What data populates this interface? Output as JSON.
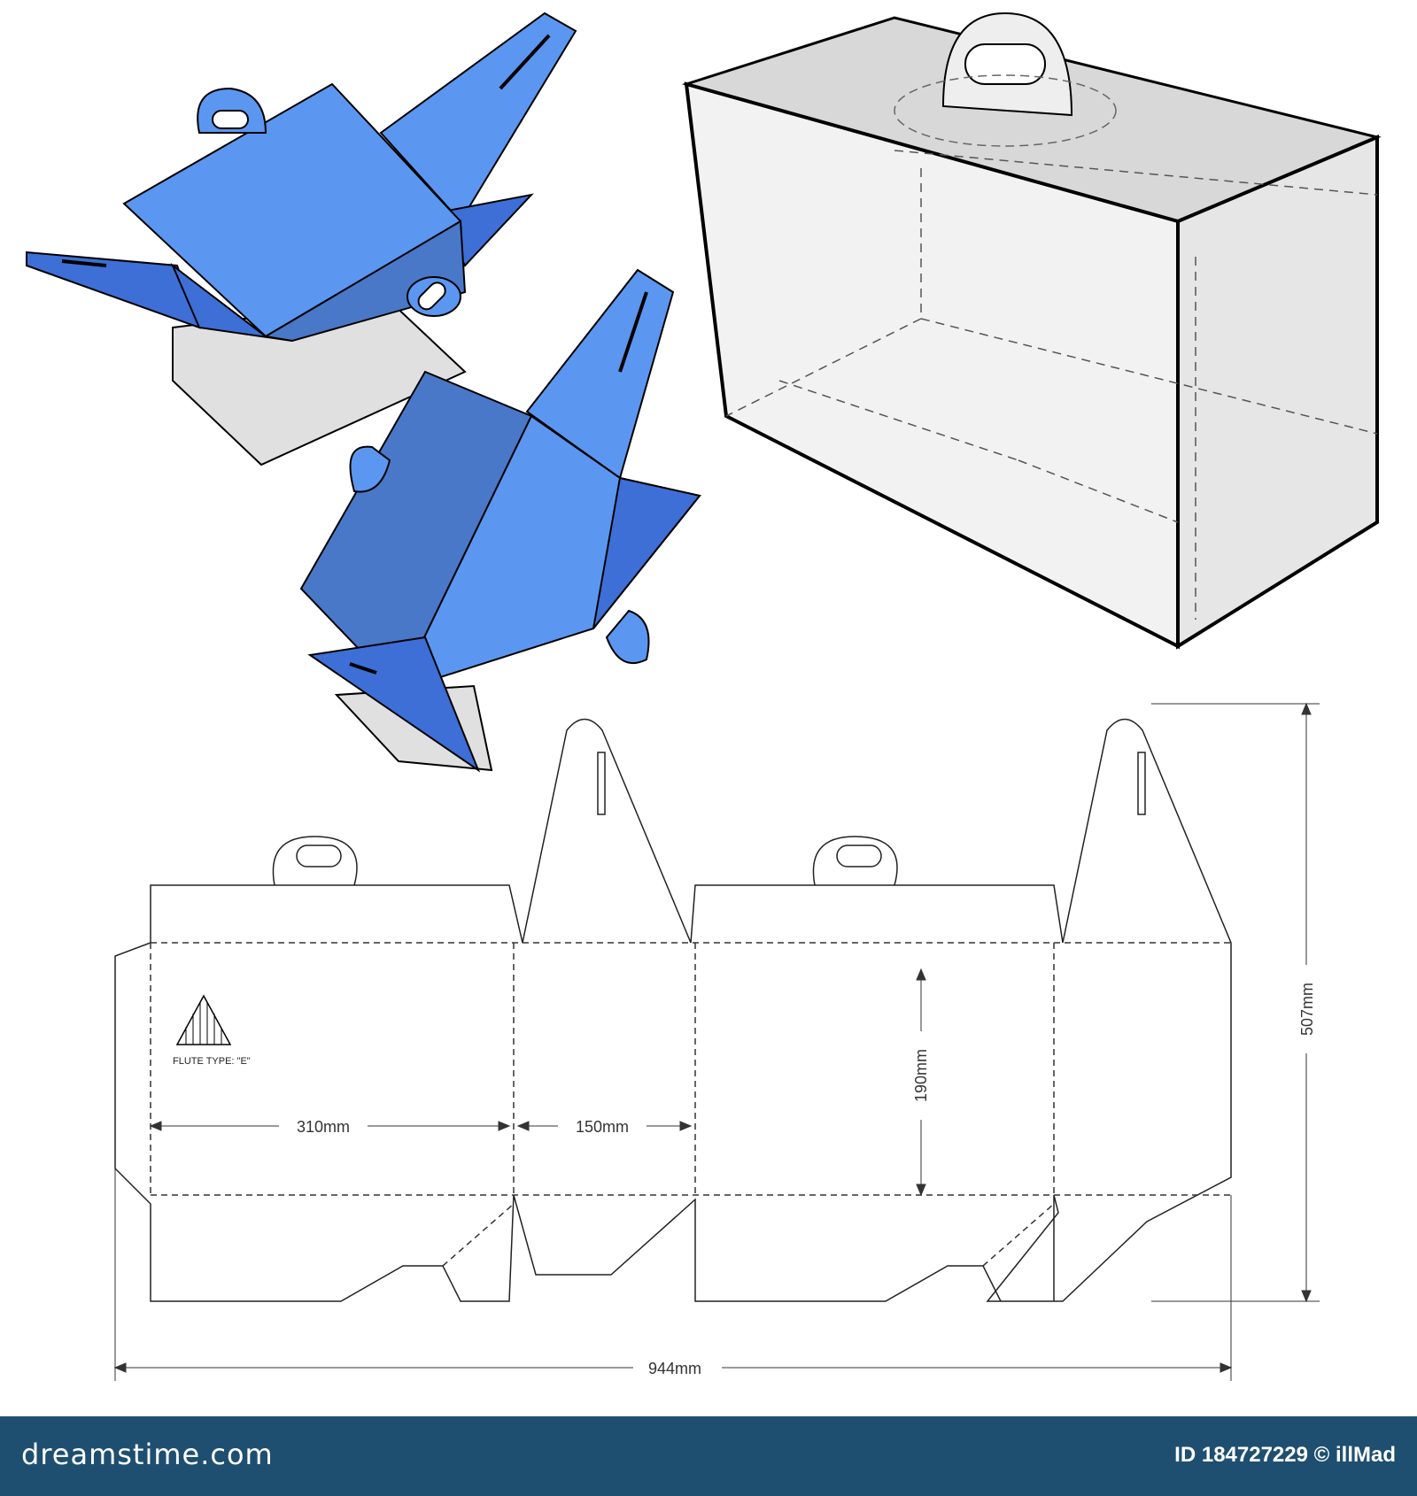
{
  "labels": {
    "flute_type": "FLUTE TYPE: \"E\"",
    "dim_length": "310mm",
    "dim_width": "150mm",
    "dim_height": "190mm",
    "dim_total_height": "507mm",
    "dim_total_width": "944mm"
  },
  "footer": {
    "brand": "dreamstime.com",
    "stock_id": "ID 184727229 © illMad"
  },
  "colors": {
    "blue_main": "#5b97f0",
    "blue_dark": "#3d6fd6",
    "blue_shadow": "#4a78c8",
    "box_grey": "#e3e3e3",
    "footer_bg": "#1f4f70"
  }
}
